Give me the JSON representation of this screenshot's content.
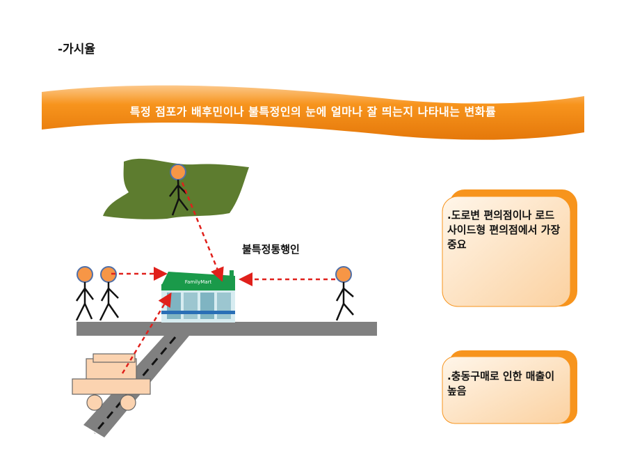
{
  "slide": {
    "title": "-가시율",
    "banner": "특정 점포가 배후민이나 불특정인의 눈에 얼마나  잘 띄는지 나타내는 변화률",
    "passerby_label": "불특정통행인",
    "note1": ".도로변 편의점이나 로드 사이드형 편의점에서 가장 중요",
    "note2": ".충동구매로 인한 매출이 높음",
    "store_sign": "FamilyMart"
  },
  "colors": {
    "ribbon": "#f7941d",
    "ribbon_light": "#fbb96a",
    "hill": "#5d7c2f",
    "head": "#f79646",
    "head_outline": "#4f6fa8",
    "arrow": "#e0201b",
    "road": "#808080",
    "truck": "#fbd3b0",
    "note_fill": "#fde4c4",
    "note_border": "#f7941d"
  }
}
